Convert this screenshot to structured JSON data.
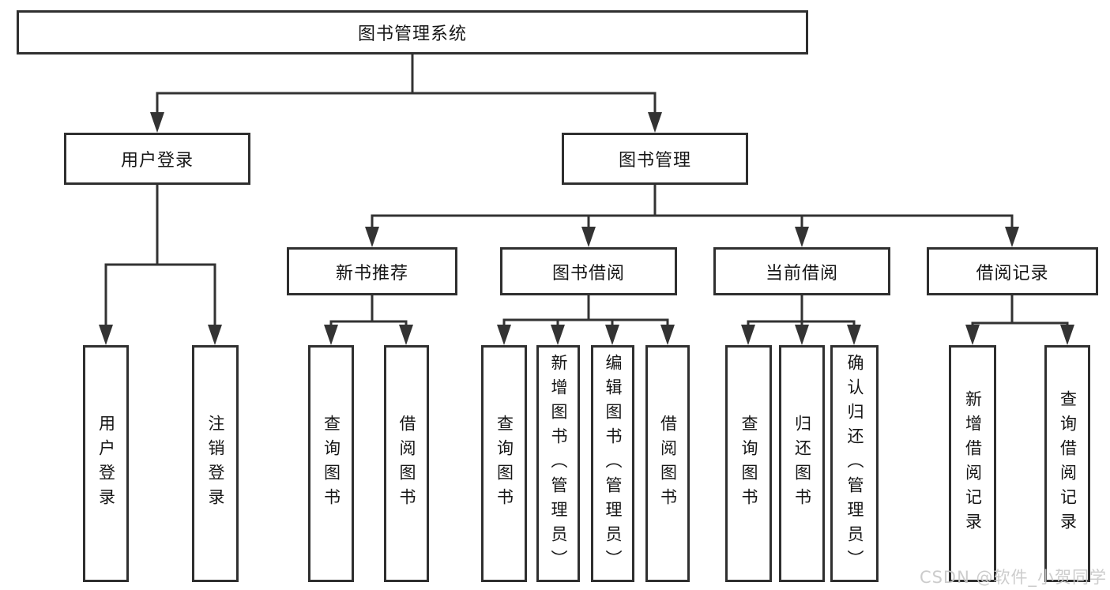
{
  "diagram": {
    "root": {
      "label": "图书管理系统"
    },
    "branches": [
      {
        "label": "用户登录",
        "leaves": [
          "用户登录",
          "注销登录"
        ]
      },
      {
        "label": "图书管理",
        "groups": [
          {
            "label": "新书推荐",
            "leaves": [
              "查询图书",
              "借阅图书"
            ]
          },
          {
            "label": "图书借阅",
            "leaves": [
              "查询图书",
              "新增图书（管理员）",
              "编辑图书（管理员）",
              "借阅图书"
            ]
          },
          {
            "label": "当前借阅",
            "leaves": [
              "查询图书",
              "归还图书",
              "确认归还（管理员）"
            ]
          },
          {
            "label": "借阅记录",
            "leaves": [
              "新增借阅记录",
              "查询借阅记录"
            ]
          }
        ]
      }
    ]
  },
  "colors": {
    "line": "#333333",
    "border": "#2f2f2f",
    "text": "#161616",
    "watermark": "#c9c9c9",
    "background": "#ffffff"
  },
  "watermark": {
    "text": "CSDN @软件_小贺同学"
  }
}
